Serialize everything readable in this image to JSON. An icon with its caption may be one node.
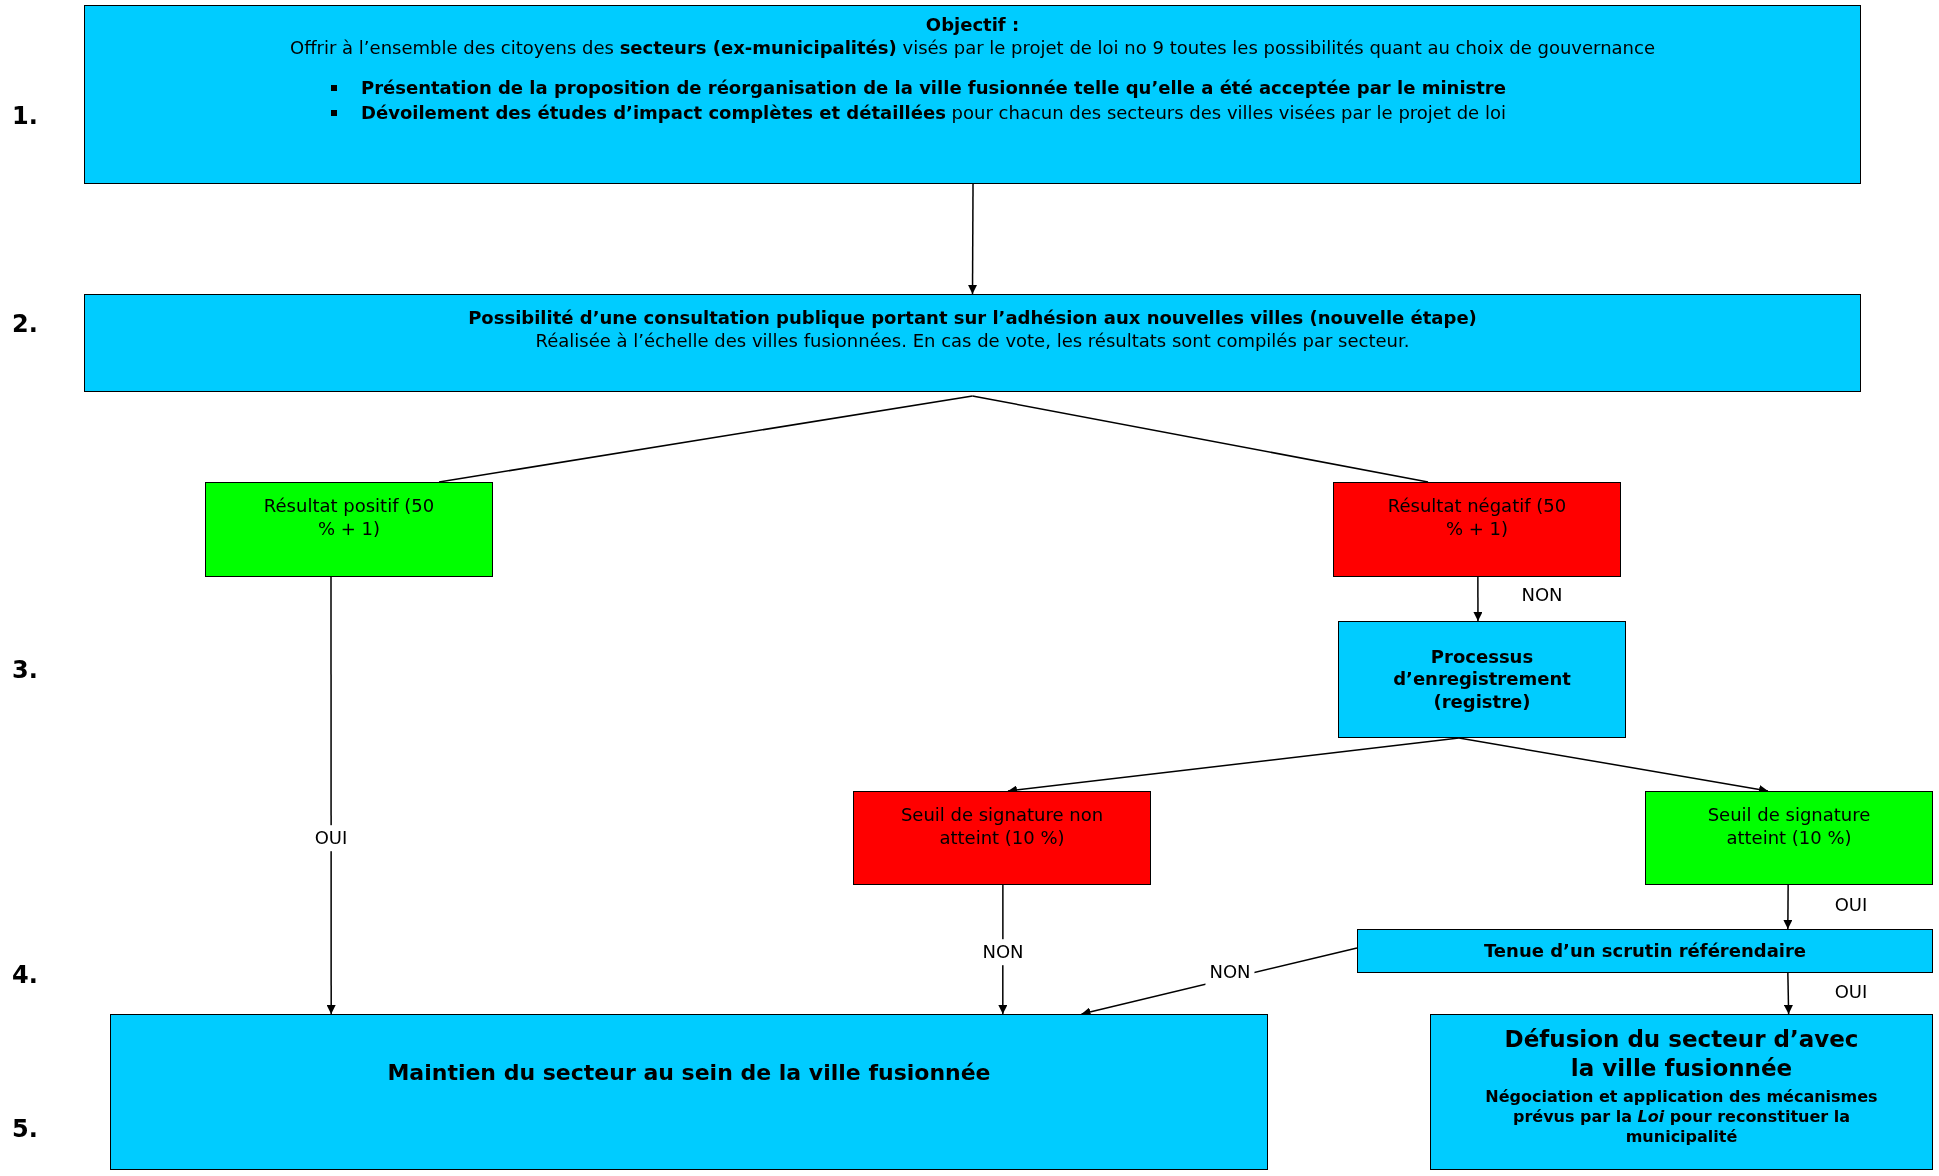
{
  "diagram": {
    "nodes": [
      {
        "text": [
          "Objectif :",
          "Offrir à l’ensemble des citoyens des **secteurs (ex-municipalités)** visés par le projet de loi no 9 toutes les possibilités quant au choix de gouvernance",
          "Présentation de la proposition de réorganisation de la ville fusionnée telle qu’elle a été acceptée par le ministre",
          "**Dévoilement des études d’impact complètes et détaillées** pour chacun des secteurs des villes visées par le projet de loi"
        ]
      },
      {
        "text": [
          "Possibilité d’une consultation publique portant sur l’adhésion aux nouvelles villes (nouvelle étape)",
          "Réalisée à l’échelle des villes fusionnées. En cas de vote, les résultats sont compilés par secteur."
        ]
      },
      {
        "text": [
          "Résultat positif (50 % + 1)"
        ]
      },
      {
        "text": [
          "Résultat négatif (50 % + 1)"
        ]
      },
      {
        "text": [
          "Processus d’enregistrement (registre)"
        ]
      },
      {
        "text": [
          "Seuil de signature non atteint (10 %)"
        ]
      },
      {
        "text": [
          "Seuil de signature atteint (10 %)"
        ]
      },
      {
        "text": [
          "Tenue d’un scrutin référendaire"
        ]
      },
      {
        "text": [
          "Maintien du secteur au sein de la ville fusionnée"
        ]
      },
      {
        "text": [
          "Défusion du secteur d’avec la ville fusionnée",
          "Négociation et application des mécanismes prévus par la *Loi* pour reconstituer la municipalité"
        ]
      }
    ],
    "edges": [
      {
        "from": 0,
        "to": 1,
        "arrow": "to"
      },
      {
        "from": 1,
        "to": 2,
        "arrow": "none"
      },
      {
        "from": 1,
        "to": 3,
        "arrow": "none"
      },
      {
        "from": 2,
        "to": 8,
        "arrow": "to",
        "label": "OUI"
      },
      {
        "from": 3,
        "to": 4,
        "arrow": "to",
        "label": "NON"
      },
      {
        "from": 4,
        "to": 5,
        "arrow": "to"
      },
      {
        "from": 4,
        "to": 6,
        "arrow": "to"
      },
      {
        "from": 5,
        "to": 8,
        "arrow": "to",
        "label": "NON"
      },
      {
        "from": 6,
        "to": 7,
        "arrow": "to",
        "label": "OUI"
      },
      {
        "from": 7,
        "to": 8,
        "arrow": "to",
        "label": "NON"
      },
      {
        "from": 7,
        "to": 9,
        "arrow": "to",
        "label": "OUI"
      }
    ],
    "labels": [
      "1.",
      "2.",
      "3.",
      "4.",
      "5."
    ]
  }
}
